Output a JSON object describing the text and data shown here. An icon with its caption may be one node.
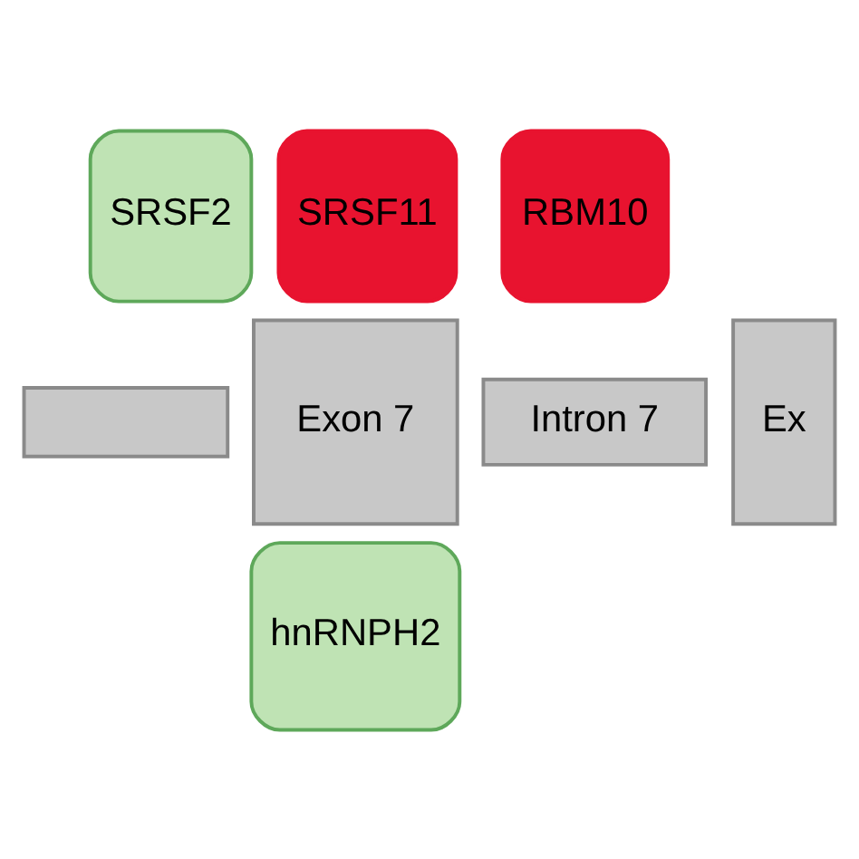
{
  "diagram": {
    "nodes": [
      {
        "text": [],
        "shape": "bar"
      },
      {
        "text": [
          "SRSF2"
        ]
      },
      {
        "text": [
          "SRSF11"
        ]
      },
      {
        "text": [
          "hnRNPH2"
        ]
      },
      {
        "text": [
          "Exon 7"
        ]
      },
      {
        "text": [
          "Intron 7"
        ]
      },
      {
        "text": [
          "RBM10"
        ]
      },
      {
        "text": [
          "Ex"
        ]
      }
    ]
  }
}
